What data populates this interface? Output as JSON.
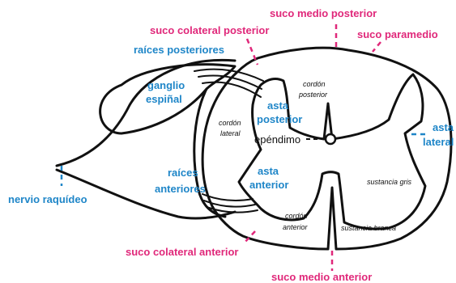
{
  "labels": {
    "suco_medio_posterior": "suco medio posterior",
    "suco_colateral_posterior": "suco colateral posterior",
    "suco_paramedio": "suco paramedio",
    "raices_posteriores": "raíces posteriores",
    "ganglio": "ganglio",
    "espinal": "espiñal",
    "cordon_posterior_1": "cordón",
    "cordon_posterior_2": "posterior",
    "asta_posterior_1": "asta",
    "asta_posterior_2": "posterior",
    "cordon_lateral_1": "cordón",
    "cordon_lateral_2": "lateral",
    "ependimo": "epéndimo",
    "asta_lateral_1": "asta",
    "asta_lateral_2": "lateral",
    "asta_anterior_1": "asta",
    "asta_anterior_2": "anterior",
    "raices_anteriores_1": "raíces",
    "raices_anteriores_2": "anteriores",
    "sustancia_gris": "sustancia gris",
    "nervio_raquideo": "nervio raquídeo",
    "cordon_anterior_1": "cordón",
    "cordon_anterior_2": "anterior",
    "sustancia_branca": "sustancia branca",
    "suco_colateral_anterior": "suco colateral anterior",
    "suco_medio_anterior": "suco medio anterior"
  },
  "colors": {
    "label_pink": "#e0287a",
    "label_blue": "#1f86c8",
    "outline": "#111111"
  }
}
